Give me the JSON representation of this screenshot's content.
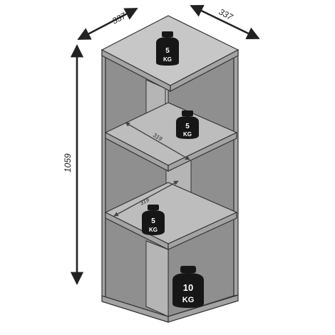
{
  "dimensions": {
    "width_left": "337",
    "width_right": "337",
    "height": "1059",
    "inner_upper": "319",
    "inner_lower": "319"
  },
  "weights": [
    {
      "value": "5",
      "unit": "KG"
    },
    {
      "value": "5",
      "unit": "KG"
    },
    {
      "value": "5",
      "unit": "KG"
    },
    {
      "value": "10",
      "unit": "KG"
    }
  ],
  "colors": {
    "panel_top": "#c7c7c7",
    "panel_front": "#a3a3a3",
    "panel_dark": "#8f8f8f",
    "weight": "#161616",
    "line": "#333333"
  }
}
